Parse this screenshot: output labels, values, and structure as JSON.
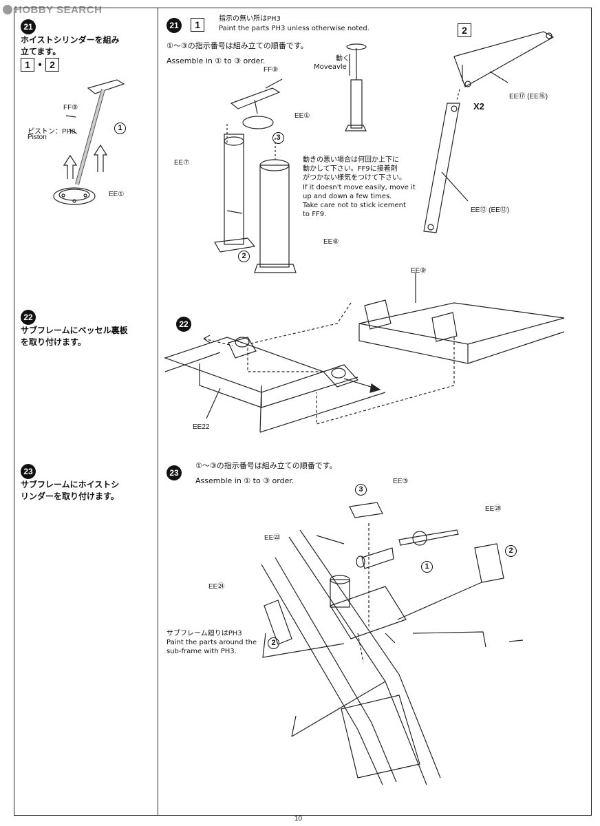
{
  "watermark": "HOBBY SEARCH",
  "page_number": "10",
  "left": {
    "s21": {
      "num": "21",
      "line1": "ホイストシリンダーを組み",
      "line2": "立てます。",
      "box1": "1",
      "dot": "•",
      "box2": "2"
    },
    "s22": {
      "num": "22",
      "line1": "サブフレームにベッセル裏板",
      "line2": "を取り付けます。"
    },
    "s23": {
      "num": "23",
      "line1": "サブフレームにホイストシ",
      "line2": "リンダーを取り付けます。"
    },
    "labels": {
      "ff9": "FF⑨",
      "piston_jp": "ピストン：PH8",
      "piston_en": "Piston",
      "ee1": "EE①",
      "step1": "1"
    }
  },
  "s21": {
    "num": "21",
    "box": "1",
    "paint_jp": "指示の無い所はPH3",
    "paint_en": "Paint the parts PH3 unless otherwise noted.",
    "order_jp": "①～③の指示番号は組み立ての順番です。",
    "order_en": "Assemble in ① to ③ order.",
    "move_jp": "動く",
    "move_en": "Moveavle",
    "ff9": "FF⑨",
    "ee1": "EE①",
    "ee7": "EE⑦",
    "ee8": "EE⑧",
    "step2": "2",
    "step3": "3",
    "note_jp1": "動きの悪い場合は何回か上下に",
    "note_jp2": "動かして下さい。FF9に接着剤",
    "note_jp3": "がつかない様気をつけて下さい。",
    "note_en1": "If it doesn't move easily, move it",
    "note_en2": "up and down a few times.",
    "note_en3": "Take care not to stick icement",
    "note_en4": "to FF9.",
    "box2": "2",
    "ee17": "EE⑰ (EE⑯)",
    "x2": "X2",
    "ee12": "EE⑫ (EE⑫)"
  },
  "s22": {
    "num": "22",
    "ee9": "EE⑨",
    "ee22": "EE22"
  },
  "s23": {
    "num": "23",
    "order_jp": "①～③の指示番号は組み立ての順番です。",
    "order_en": "Assemble in ① to ③ order.",
    "ee3": "EE③",
    "step3": "3",
    "ee28": "EE㉘",
    "step2a": "2",
    "ee22": "EE㉒",
    "step1": "1",
    "ee24": "EE㉔",
    "paint_jp": "サブフレーム廻りはPH3",
    "paint_en1": "Paint the parts around the",
    "paint_en2": "sub-frame with PH3.",
    "step2b": "2"
  }
}
